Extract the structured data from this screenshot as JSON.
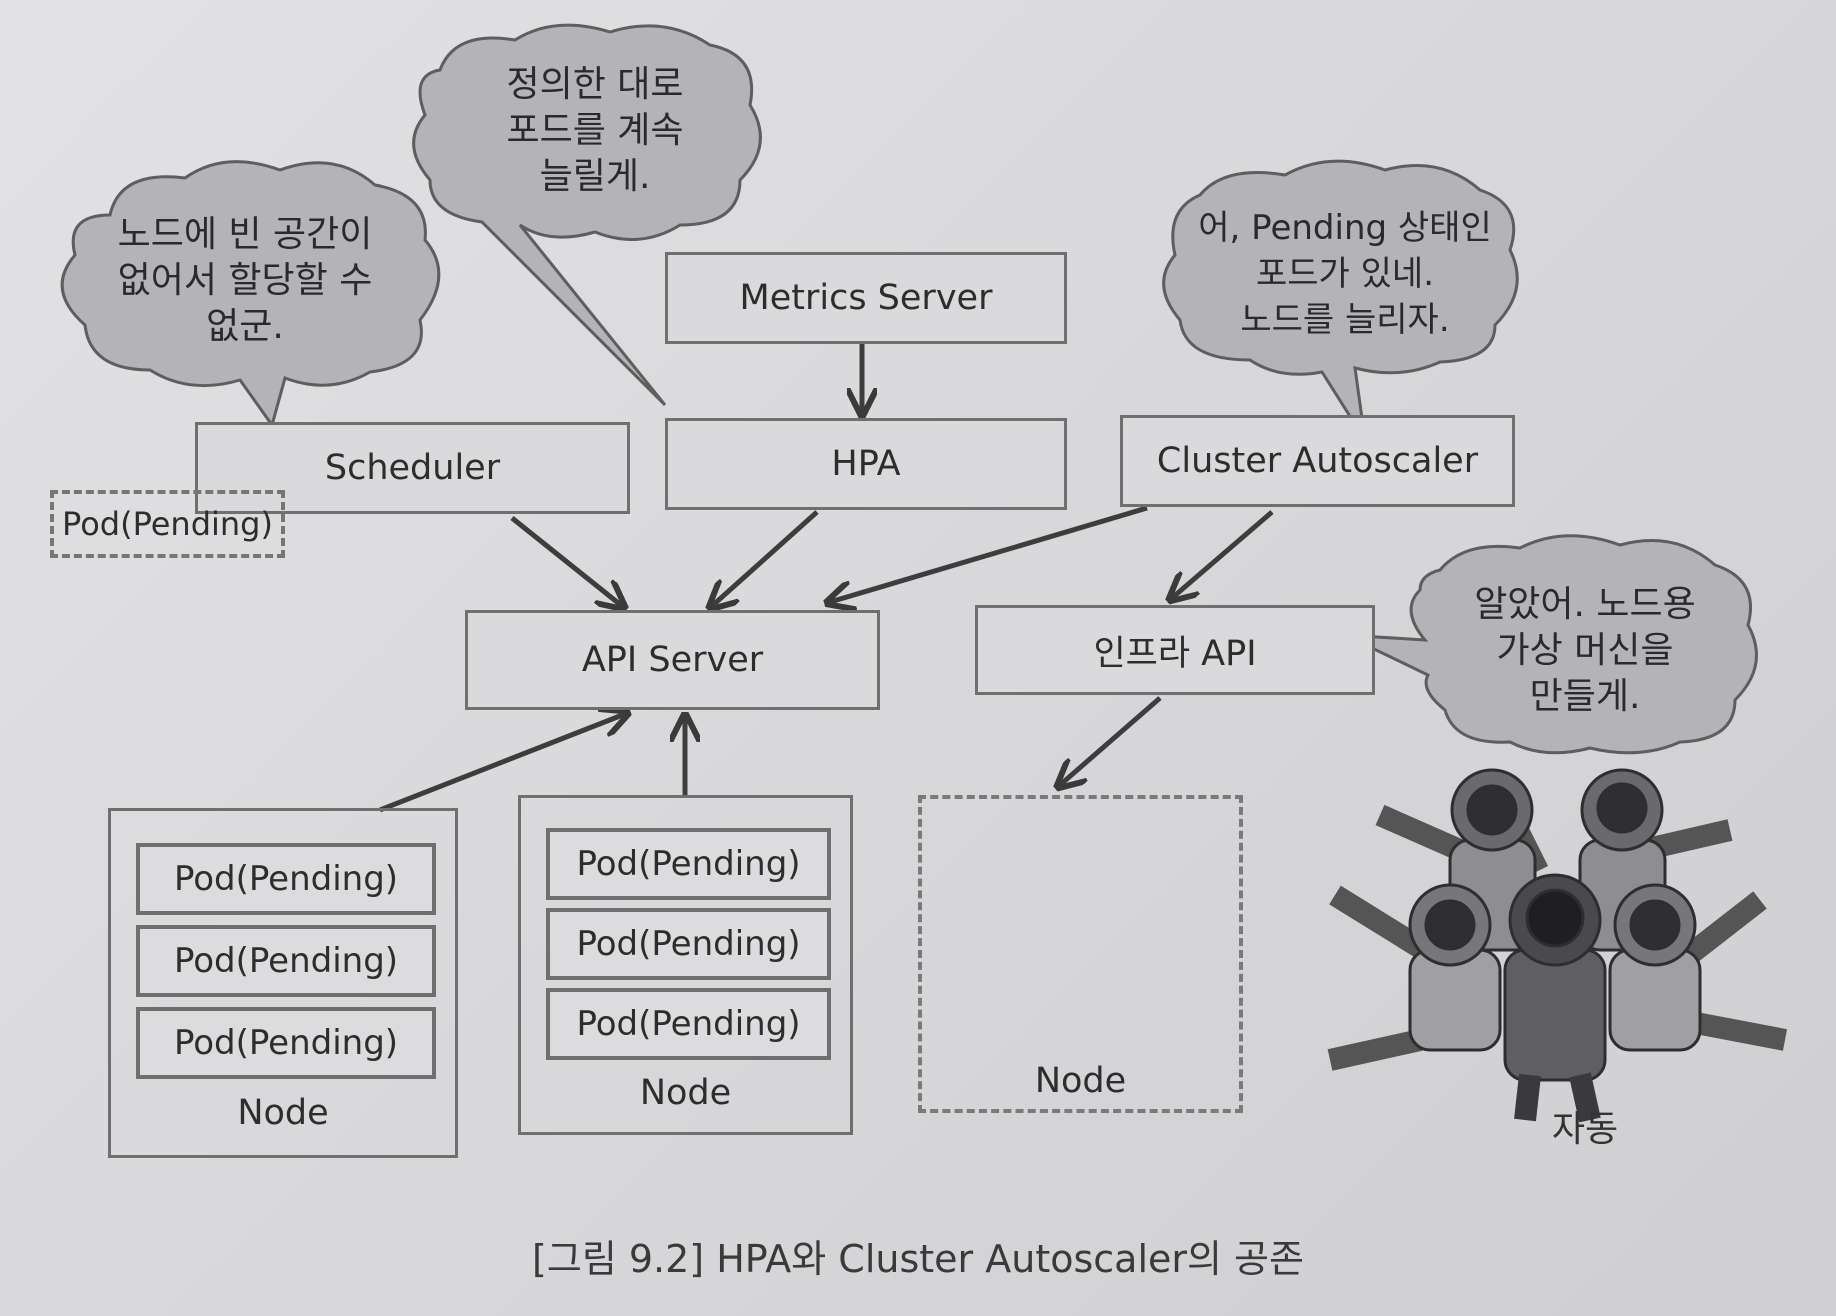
{
  "bubbles": {
    "scheduler": [
      "노드에 빈 공간이",
      "없어서 할당할 수",
      "없군."
    ],
    "hpa": [
      "정의한 대로",
      "포드를 계속",
      "늘릴게."
    ],
    "autoscaler": [
      "어, Pending 상태인",
      "포드가 있네.",
      "노드를 늘리자."
    ],
    "infra": [
      "알았어. 노드용",
      "가상 머신을",
      "만들게."
    ]
  },
  "components": {
    "metrics_server": "Metrics Server",
    "scheduler": "Scheduler",
    "hpa": "HPA",
    "cluster_autoscaler": "Cluster Autoscaler",
    "api_server": "API Server",
    "infra_api": "인프라 API",
    "pending_pod": "Pod(Pending)"
  },
  "nodes": [
    {
      "label": "Node",
      "pods": [
        "Pod(Pending)",
        "Pod(Pending)",
        "Pod(Pending)"
      ]
    },
    {
      "label": "Node",
      "pods": [
        "Pod(Pending)",
        "Pod(Pending)",
        "Pod(Pending)"
      ]
    },
    {
      "label": "Node",
      "pods": []
    }
  ],
  "mascot_label": "자동",
  "caption": "[그림 9.2] HPA와 Cluster Autoscaler의 공존"
}
